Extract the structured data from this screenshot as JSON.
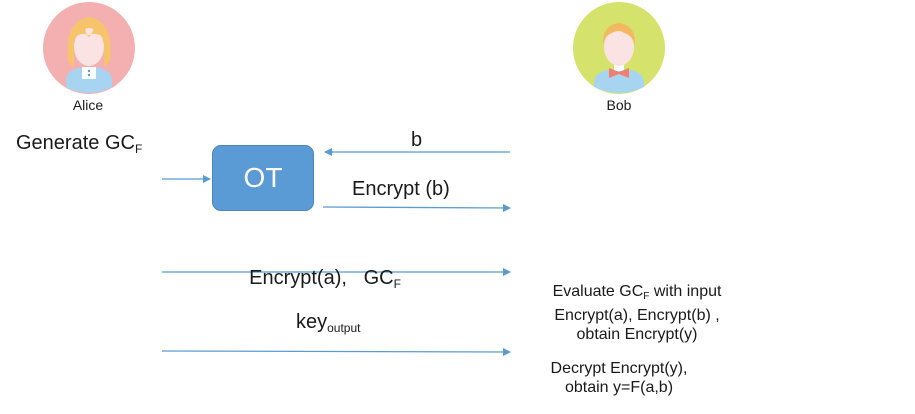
{
  "parties": {
    "alice": {
      "name": "Alice",
      "bg_color": "#f4b0b1"
    },
    "bob": {
      "name": "Bob",
      "bg_color": "#d5e26c"
    }
  },
  "alice_action": {
    "text": "Generate GC",
    "sub": "F"
  },
  "ot_box": {
    "label": "OT",
    "color": "#5b9bd5"
  },
  "messages": [
    {
      "id": "b",
      "label": "b",
      "direction": "bob-to-alice"
    },
    {
      "id": "encrypt-b",
      "label": "Encrypt (b)",
      "direction": "alice-to-bob"
    },
    {
      "id": "encrypt-a-gc",
      "label": "Encrypt(a),   GC",
      "sub": "F",
      "direction": "alice-to-bob"
    },
    {
      "id": "key-output",
      "label": "key",
      "sub": "output",
      "direction": "alice-to-bob"
    }
  ],
  "bob_notes": {
    "evaluate": {
      "line1_pre": "Evaluate GC",
      "line1_sub": "F",
      "line1_post": " with input",
      "line2": "Encrypt(a), Encrypt(b) ,",
      "line3": "obtain Encrypt(y)"
    },
    "decrypt": {
      "line1": "Decrypt Encrypt(y),",
      "line2": "obtain y=F(a,b)"
    }
  },
  "arrow_color": "#5b9bd5"
}
